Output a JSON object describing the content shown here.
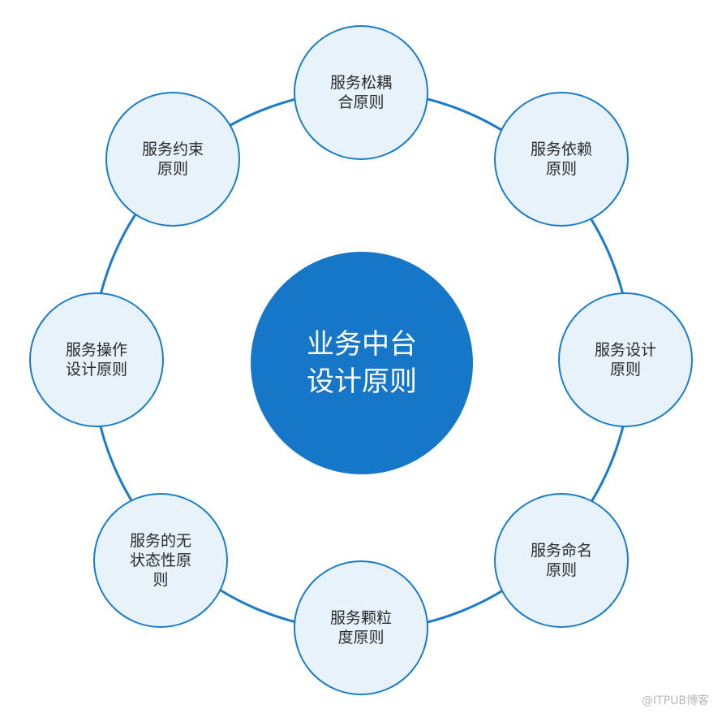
{
  "center": {
    "lines": [
      "业务中台",
      "设计原则"
    ]
  },
  "nodes": [
    {
      "id": "loose-coupling",
      "lines": [
        "服务松耦",
        "合原则"
      ]
    },
    {
      "id": "dependency",
      "lines": [
        "服务依赖",
        "原则"
      ]
    },
    {
      "id": "design",
      "lines": [
        "服务设计",
        "原则"
      ]
    },
    {
      "id": "naming",
      "lines": [
        "服务命名",
        "原则"
      ]
    },
    {
      "id": "granularity",
      "lines": [
        "服务颗粒",
        "度原则"
      ]
    },
    {
      "id": "stateless",
      "lines": [
        "服务的无",
        "状态性原",
        "则"
      ]
    },
    {
      "id": "operation",
      "lines": [
        "服务操作",
        "设计原则"
      ]
    },
    {
      "id": "constraint",
      "lines": [
        "服务约束",
        "原则"
      ]
    }
  ],
  "watermark": "@ITPUB博客",
  "colors": {
    "ring": "#1a7cc9",
    "center_fill": "#1677c9",
    "node_fill": "#e7f2fb",
    "node_stroke": "#1a7cc9"
  }
}
